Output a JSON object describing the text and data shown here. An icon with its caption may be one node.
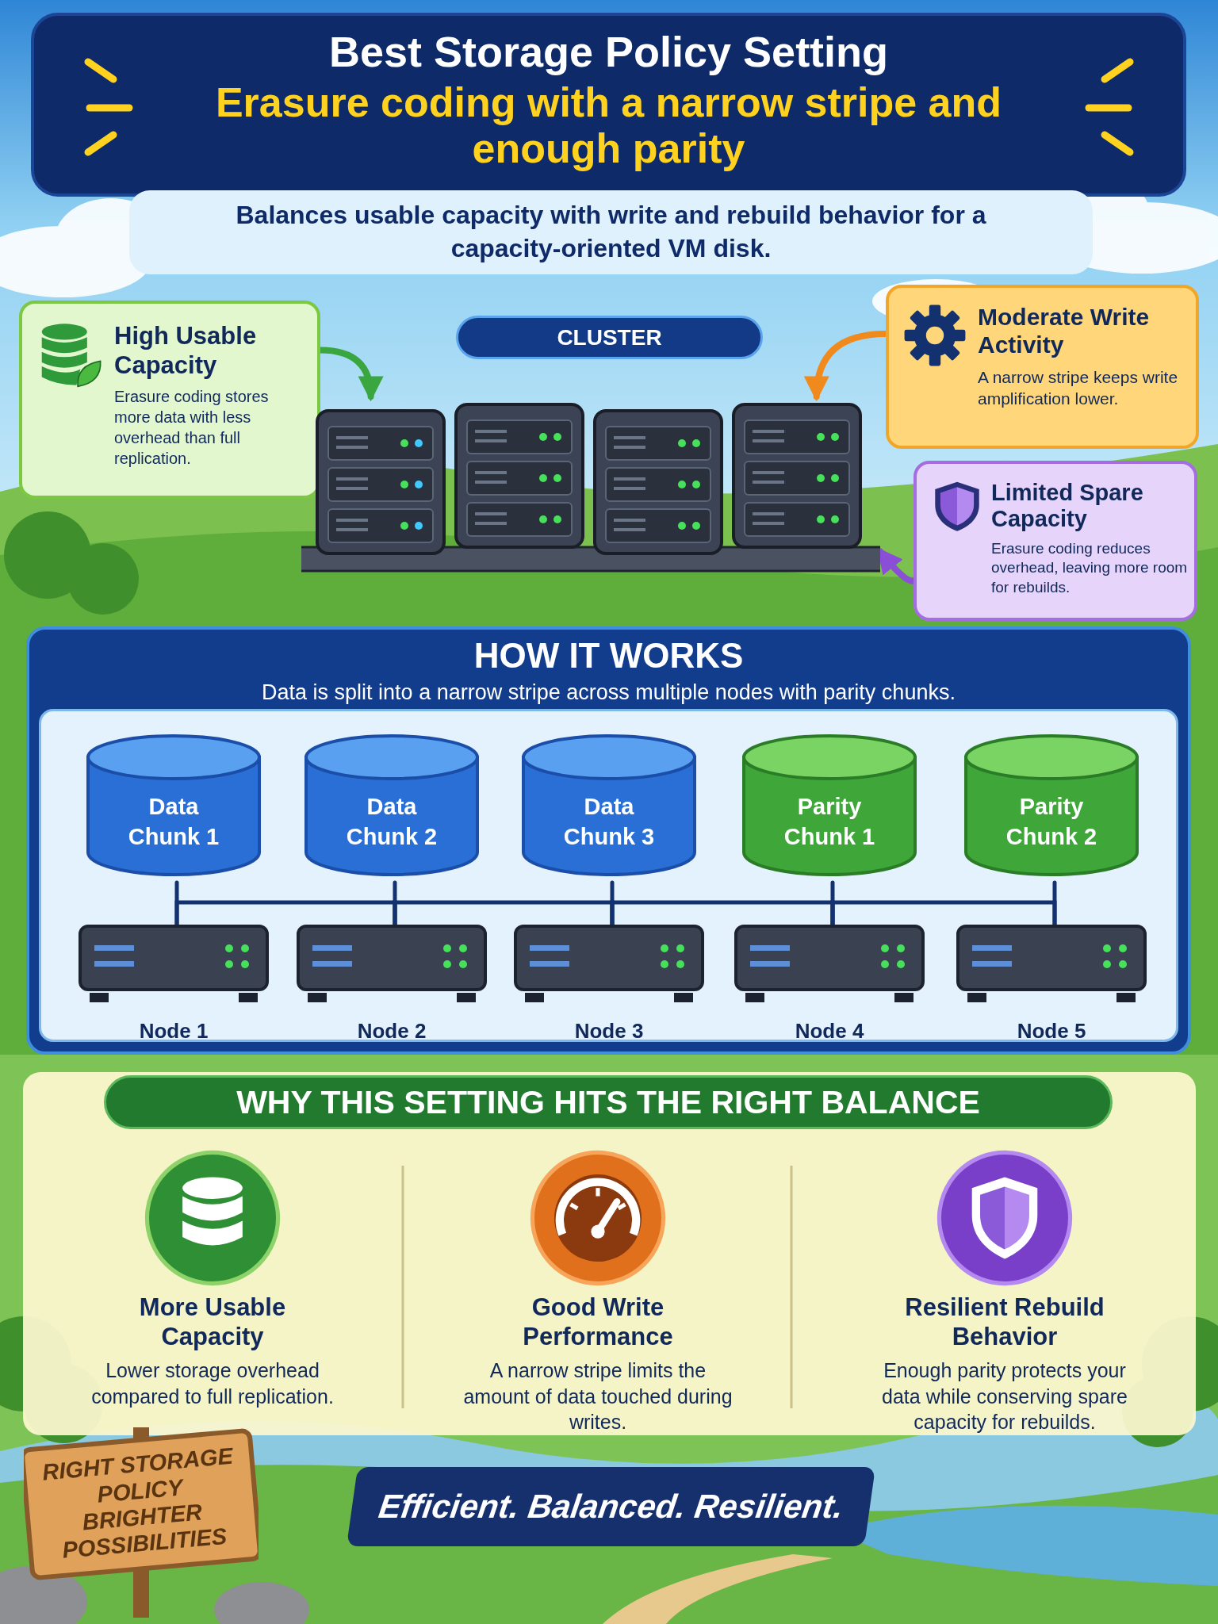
{
  "diagram": {
    "nodes": [
      {
        "text": [
          "Best Storage Policy Setting",
          "Erasure coding with a narrow stripe and enough parity"
        ]
      },
      {
        "text": [
          "Balances usable capacity with write and rebuild behavior for a capacity-oriented VM disk."
        ]
      },
      {
        "text": [
          "High Usable Capacity",
          "Erasure coding stores more data with less overhead than full replication."
        ]
      },
      {
        "text": [
          "CLUSTER"
        ]
      },
      {
        "text": [],
        "shape": "picture"
      },
      {
        "text": [
          "Moderate Write Activity",
          "A narrow stripe keeps write amplification lower."
        ]
      },
      {
        "text": [
          "Limited Spare Capacity",
          "Erasure coding reduces overhead, leaving more room for rebuilds."
        ]
      },
      {
        "text": [
          "HOW IT WORKS",
          "Data is split into a narrow stripe across multiple nodes with parity chunks."
        ]
      },
      {
        "text": [
          "Data Chunk 1"
        ],
        "in": 7
      },
      {
        "text": [
          "Data Chunk 2"
        ],
        "in": 7
      },
      {
        "text": [
          "Data Chunk 3"
        ],
        "in": 7
      },
      {
        "text": [
          "Parity Chunk 1"
        ],
        "in": 7
      },
      {
        "text": [
          "Parity Chunk 2"
        ],
        "in": 7
      },
      {
        "text": [
          "Node 1"
        ],
        "in": 7
      },
      {
        "text": [
          "Node 2"
        ],
        "in": 7
      },
      {
        "text": [
          "Node 3"
        ],
        "in": 7
      },
      {
        "text": [
          "Node 4"
        ],
        "in": 7
      },
      {
        "text": [
          "Node 5"
        ],
        "in": 7
      },
      {
        "text": [
          "WHY THIS SETTING HITS THE RIGHT BALANCE"
        ]
      },
      {
        "text": [
          "More Usable Capacity",
          "Lower storage overhead compared to full replication."
        ],
        "in": 18
      },
      {
        "text": [
          "Good Write Performance",
          "A narrow stripe limits the amount of data touched during writes."
        ],
        "in": 18
      },
      {
        "text": [
          "Resilient Rebuild Behavior",
          "Enough parity protects your data while conserving spare capacity for rebuilds."
        ],
        "in": 18
      },
      {
        "text": [
          "RIGHT STORAGE POLICY BRIGHTER POSSIBILITIES"
        ]
      },
      {
        "text": [
          "Efficient. Balanced. Resilient."
        ]
      }
    ],
    "edges": [
      {
        "from": 2,
        "to": 4,
        "arrow": "to",
        "color": "#3aa640"
      },
      {
        "from": 5,
        "to": 4,
        "arrow": "to",
        "color": "#f08a1c"
      },
      {
        "from": 6,
        "to": 4,
        "arrow": "to",
        "color": "#8a4fd6"
      },
      {
        "from": 8,
        "to": 13,
        "arrow": "none"
      },
      {
        "from": 9,
        "to": 14,
        "arrow": "none"
      },
      {
        "from": 10,
        "to": 15,
        "arrow": "none"
      },
      {
        "from": 11,
        "to": 16,
        "arrow": "none"
      },
      {
        "from": 12,
        "to": 17,
        "arrow": "none"
      },
      {
        "from": 13,
        "to": 14,
        "arrow": "none"
      },
      {
        "from": 14,
        "to": 15,
        "arrow": "none"
      },
      {
        "from": 15,
        "to": 16,
        "arrow": "none"
      },
      {
        "from": 16,
        "to": 17,
        "arrow": "none"
      }
    ]
  }
}
